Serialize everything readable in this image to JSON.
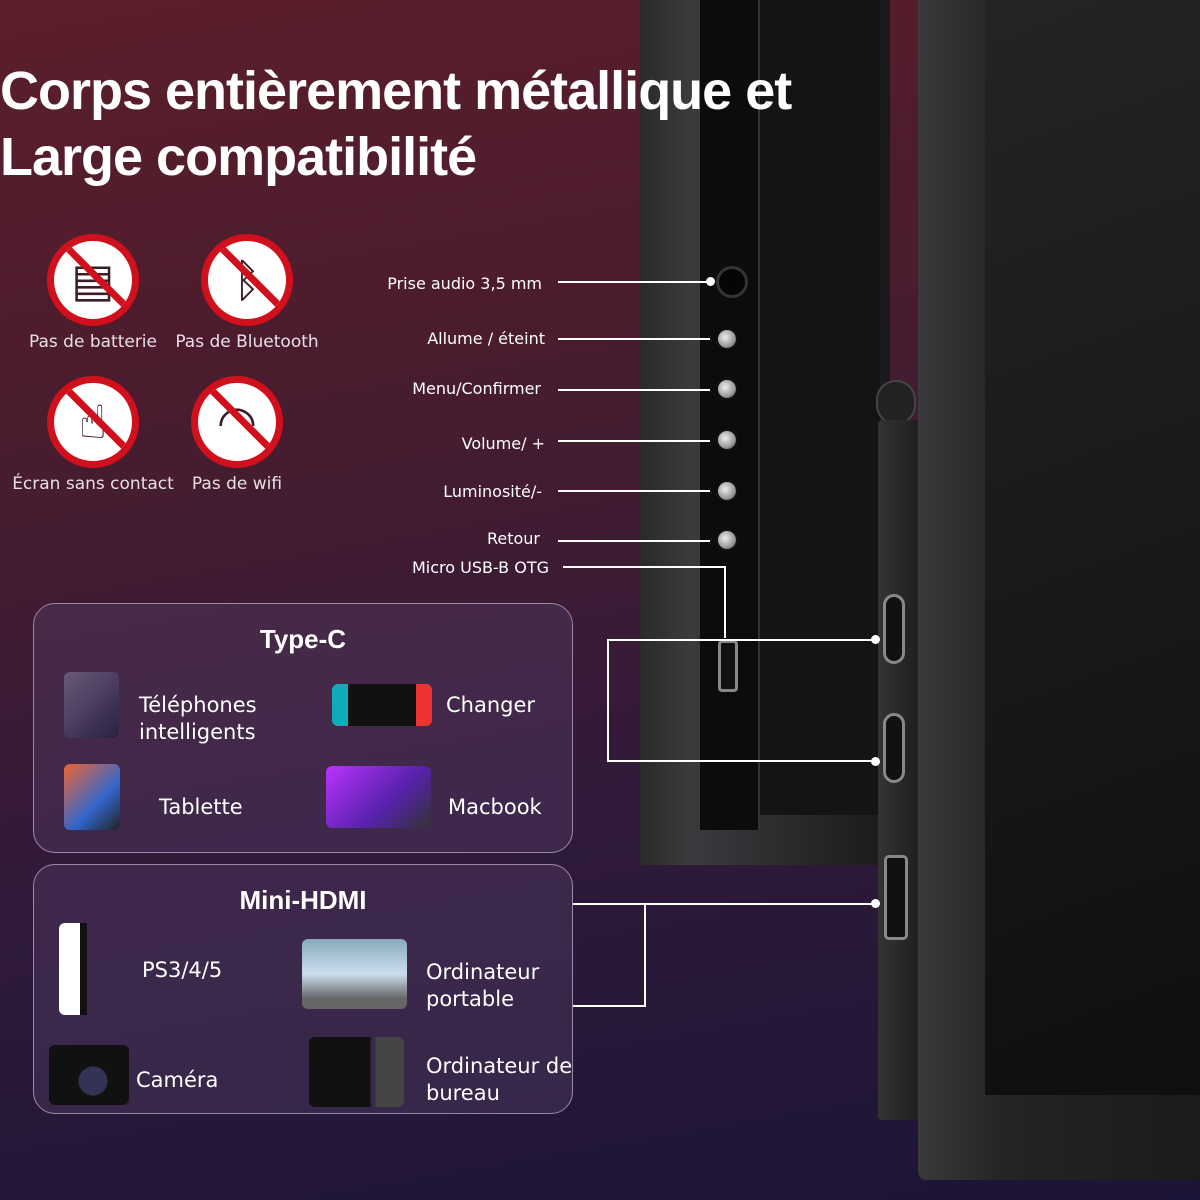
{
  "title": {
    "line1": "Corps entièrement métallique et",
    "line2": "Large compatibilité"
  },
  "features": [
    {
      "label": "Pas de batterie",
      "icon": "no-battery-icon",
      "glyph": "▤"
    },
    {
      "label": "Pas de Bluetooth",
      "icon": "no-bluetooth-icon",
      "glyph": "ᛒ"
    },
    {
      "label": "Écran sans contact",
      "icon": "no-touch-icon",
      "glyph": "☝"
    },
    {
      "label": "Pas de wifi",
      "icon": "no-wifi-icon",
      "glyph": "◠"
    }
  ],
  "ports": [
    "Prise audio 3,5 mm",
    "Allume / éteint",
    "Menu/Confirmer",
    "Volume/ +",
    "Luminosité/-",
    "Retour",
    "Micro USB-B OTG"
  ],
  "typec": {
    "title": "Type-C",
    "devices": [
      "Téléphones intelligents",
      "Changer",
      "Tablette",
      "Macbook"
    ]
  },
  "hdmi": {
    "title": "Mini-HDMI",
    "devices": [
      "PS3/4/5",
      "Ordinateur portable",
      "Caméra",
      "Ordinateur de bureau"
    ]
  },
  "colors": {
    "prohibit": "#d0101c",
    "bg_top": "#5c1e2a",
    "bg_bottom": "#1c1436"
  }
}
